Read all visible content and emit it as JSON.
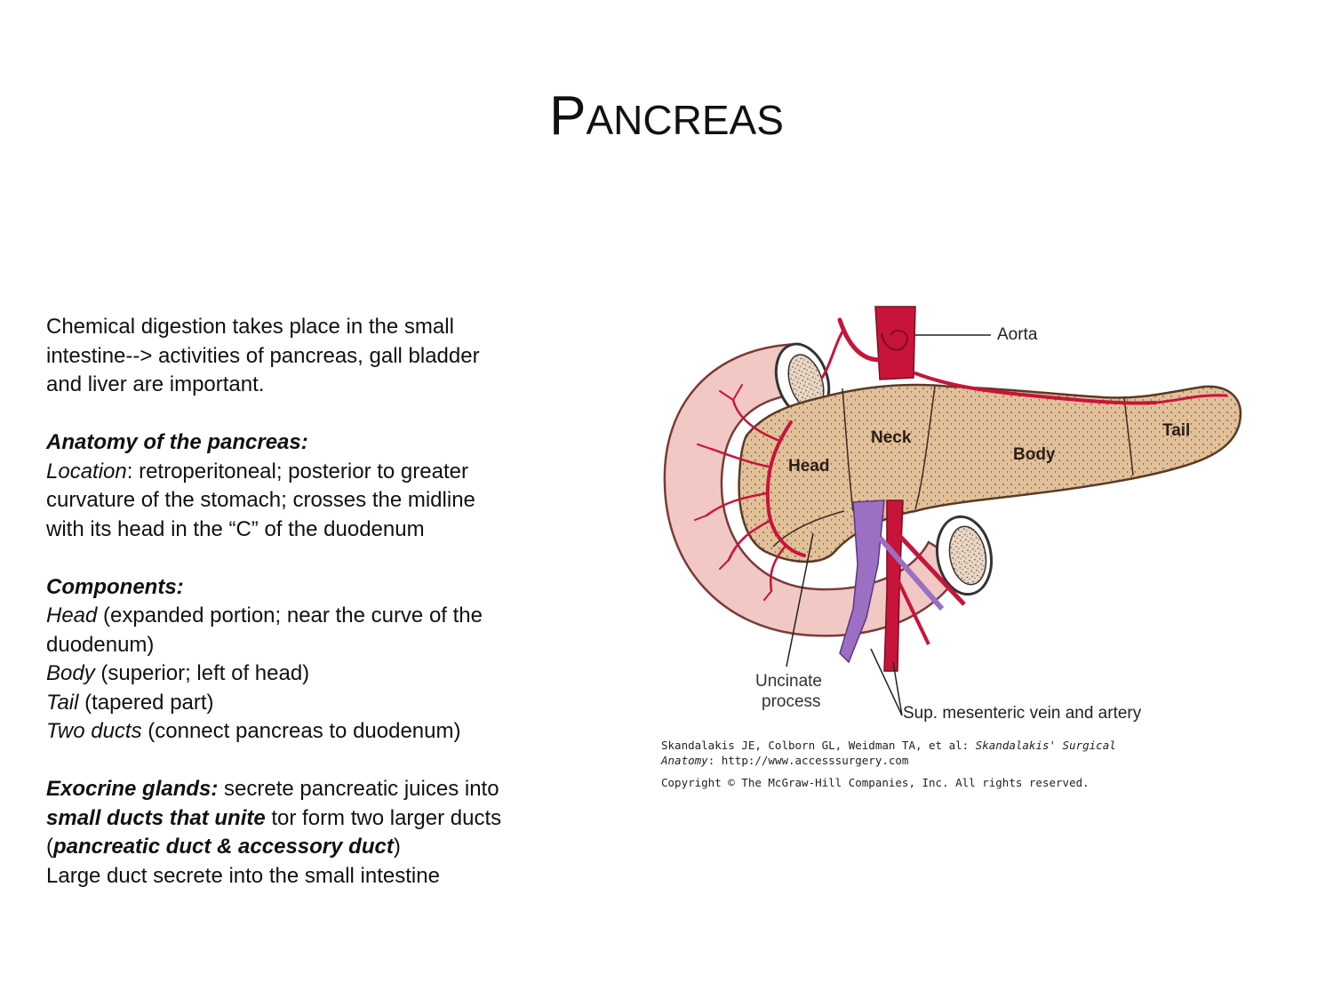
{
  "title": "Pancreas",
  "intro": {
    "line1": "Chemical digestion takes place in the small",
    "line2": "intestine--> activities of pancreas, gall bladder",
    "line3": "and liver are important."
  },
  "anatomy": {
    "heading": "Anatomy of the pancreas:",
    "location_label": "Location",
    "location_text1": ": retroperitoneal; posterior to greater",
    "location_text2": "curvature of the stomach; crosses the midline",
    "location_text3": "with its head in the “C” of the duodenum"
  },
  "components": {
    "heading": "Components:",
    "head_label": "Head",
    "head_text1": " (expanded portion; near the curve of the",
    "head_text2": "duodenum)",
    "body_label": "Body",
    "body_text": " (superior; left of head)",
    "tail_label": "Tail",
    "tail_text": " (tapered part)",
    "ducts_label": "Two ducts",
    "ducts_text": " (connect pancreas to duodenum)"
  },
  "exocrine": {
    "heading": "Exocrine glands:",
    "text1": " secrete pancreatic juices into",
    "bold2": "small ducts that unite",
    "text2": " tor form two larger ducts",
    "open_paren": "(",
    "bold3": "pancreatic duct & accessory duct",
    "close_paren": ")",
    "text4": "Large duct secrete into the small intestine"
  },
  "figure": {
    "labels": {
      "aorta": "Aorta",
      "neck": "Neck",
      "head": "Head",
      "body": "Body",
      "tail": "Tail",
      "uncinate1": "Uncinate",
      "uncinate2": "process",
      "sma": "Sup. mesenteric vein and artery"
    },
    "colors": {
      "pancreas": "#e2c09a",
      "duodenum": "#f1c8c4",
      "artery": "#c8143a",
      "vein": "#9a6fc4"
    }
  },
  "citation": {
    "line1_plain": "Skandalakis JE, Colborn GL, Weidman TA, et al: ",
    "line1_italic": "Skandalakis' Surgical",
    "line2_italic": "Anatomy",
    "line2_plain": ": http://www.accesssurgery.com",
    "copyright": "Copyright © The McGraw-Hill Companies, Inc. All rights reserved."
  }
}
